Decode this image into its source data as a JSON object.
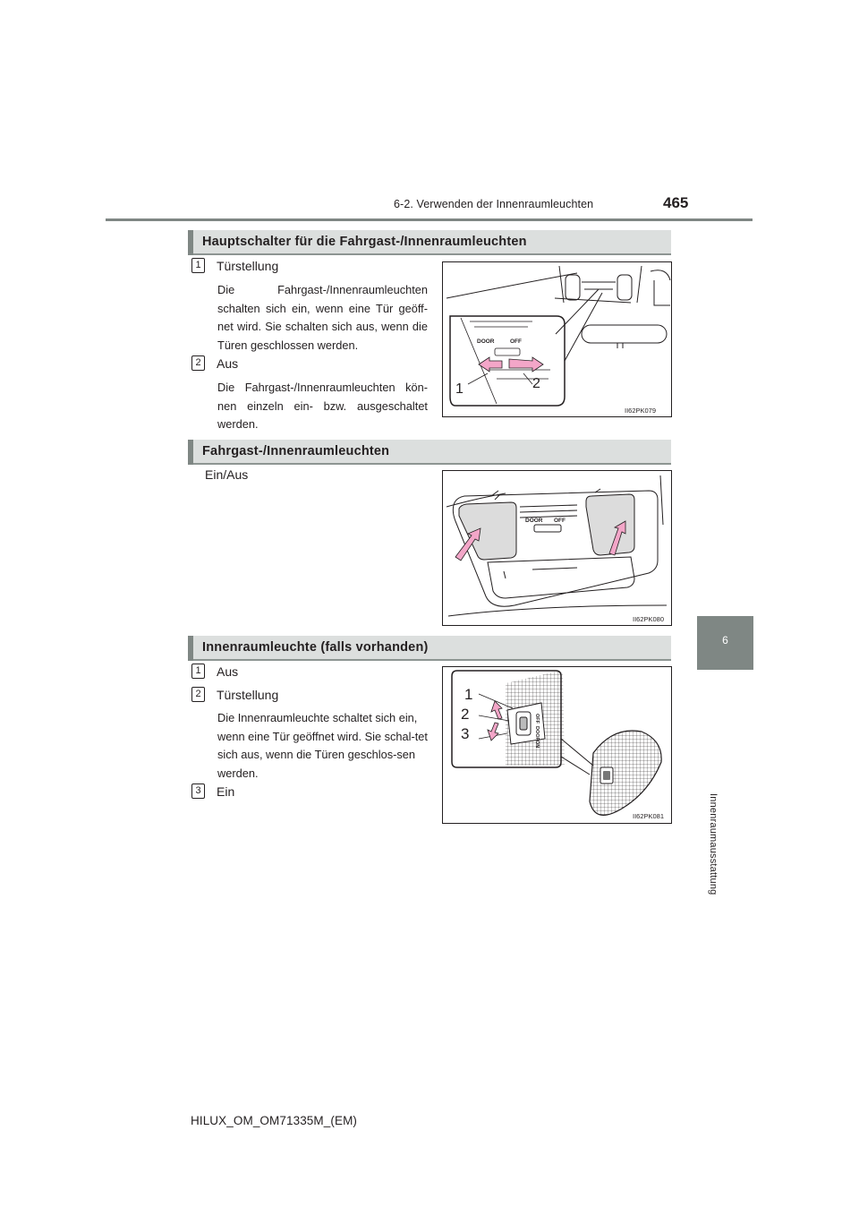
{
  "header": {
    "section_title": "6-2. Verwenden der Innenraumleuchten",
    "page_number": "465"
  },
  "side_tab": {
    "chapter_number": "6",
    "chapter_label": "Innenraumausstattung"
  },
  "sections": [
    {
      "heading": "Hauptschalter für die Fahrgast-/Innenraumleuchten",
      "items": [
        {
          "number": "1",
          "title": "Türstellung",
          "description": "Die Fahrgast-/Innenraumleuchten schalten sich ein, wenn eine Tür geöff-net wird. Sie schalten sich aus, wenn die Türen geschlossen werden."
        },
        {
          "number": "2",
          "title": "Aus",
          "description": "Die Fahrgast-/Innenraumleuchten kön-nen einzeln ein- bzw. ausgeschaltet werden."
        }
      ],
      "figure": {
        "code": "II62PK079",
        "switch_labels": [
          "DOOR",
          "OFF"
        ],
        "callouts": [
          "1",
          "2"
        ],
        "arrow_color": "#f3a6c8"
      }
    },
    {
      "heading": "Fahrgast-/Innenraumleuchten",
      "text": "Ein/Aus",
      "figure": {
        "code": "II62PK080",
        "switch_labels": [
          "DOOR",
          "OFF"
        ],
        "arrow_color": "#f3a6c8"
      }
    },
    {
      "heading": "Innenraumleuchte (falls vorhanden)",
      "items": [
        {
          "number": "1",
          "title": "Aus"
        },
        {
          "number": "2",
          "title": "Türstellung",
          "description": "Die Innenraumleuchte schaltet sich ein, wenn eine Tür geöffnet wird. Sie schal-tet sich aus, wenn die Türen geschlos-sen werden."
        },
        {
          "number": "3",
          "title": "Ein"
        }
      ],
      "figure": {
        "code": "II62PK081",
        "switch_labels": [
          "OFF",
          "DOOR",
          "ON"
        ],
        "callouts": [
          "1",
          "2",
          "3"
        ],
        "arrow_color": "#f3a6c8"
      }
    }
  ],
  "footer": {
    "model_code": "HILUX_OM_OM71335M_(EM)"
  }
}
